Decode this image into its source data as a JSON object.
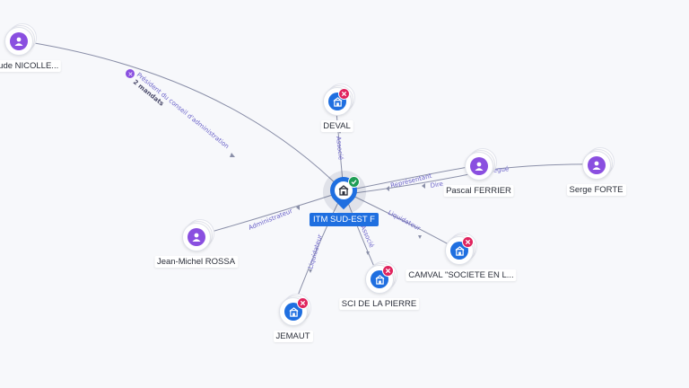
{
  "center": {
    "label": "ITM SUD-EST F",
    "icon": "building-icon",
    "status": "active"
  },
  "nodes": {
    "claude": {
      "label": "laude NICOLLE...",
      "type": "person"
    },
    "deval": {
      "label": "DEVAL",
      "type": "company",
      "status": "closed"
    },
    "pascal": {
      "label": "Pascal FERRIER",
      "type": "person"
    },
    "serge": {
      "label": "Serge FORTE",
      "type": "person"
    },
    "jeanmichel": {
      "label": "Jean-Michel ROSSA",
      "type": "person"
    },
    "camval": {
      "label": "CAMVAL \"SOCIETE EN L...",
      "type": "company",
      "status": "closed"
    },
    "sci": {
      "label": "SCI DE LA PIERRE",
      "type": "company",
      "status": "closed"
    },
    "jemaut": {
      "label": "JEMAUT",
      "type": "company",
      "status": "closed"
    }
  },
  "edges": {
    "claude": {
      "label": "Président du conseil d'administration",
      "sub": "2 mandats"
    },
    "deval": {
      "label": "Associé"
    },
    "pascal_rep": {
      "label": "Représentant"
    },
    "pascal_dir": {
      "label": "Dire"
    },
    "serge": {
      "label": "égué"
    },
    "jeanmichel": {
      "label": "Administrateur"
    },
    "camval": {
      "label": "Liquidateur"
    },
    "sci": {
      "label": "Associé"
    },
    "jemaut": {
      "label": "Liquidateur"
    }
  },
  "colors": {
    "person": "#8a4fe0",
    "company": "#1f6fe0",
    "closed": "#e0245e",
    "active": "#1f9d55",
    "edge_label": "#6b63c9"
  }
}
